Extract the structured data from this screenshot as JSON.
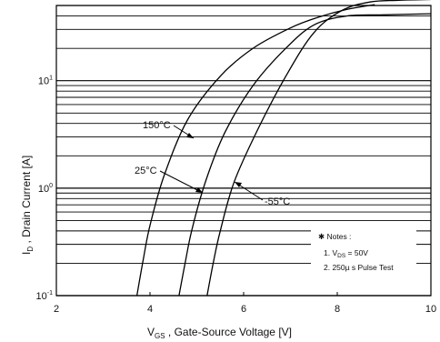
{
  "chart_data": {
    "type": "line",
    "title": "",
    "xlabel": {
      "main": "V",
      "sub": "GS",
      "rest": " , Gate-Source Voltage  [V]"
    },
    "ylabel": {
      "main": "I",
      "sub": "D",
      "rest": " , Drain Current  [A]"
    },
    "xlim": [
      2,
      10
    ],
    "ylim_log10": [
      -1,
      1.7
    ],
    "y_scale": "log",
    "grid": "horizontal log lines",
    "x_ticks": [
      {
        "value": 2,
        "label": "2"
      },
      {
        "value": 4,
        "label": "4"
      },
      {
        "value": 6,
        "label": "6"
      },
      {
        "value": 8,
        "label": "8"
      },
      {
        "value": 10,
        "label": "10"
      }
    ],
    "y_ticks": [
      {
        "value": 0.1,
        "base": "10",
        "exp": "-1"
      },
      {
        "value": 1,
        "base": "10",
        "exp": "0"
      },
      {
        "value": 10,
        "base": "10",
        "exp": "1"
      }
    ],
    "series": [
      {
        "name": "150°C",
        "x": [
          3.72,
          3.85,
          4.0,
          4.3,
          4.8,
          5.5,
          6.2,
          7.0,
          7.6,
          8.2,
          8.8
        ],
        "y": [
          0.1,
          0.21,
          0.45,
          1.3,
          4.3,
          11,
          20,
          31,
          39,
          46,
          51
        ]
      },
      {
        "name": "25°C",
        "x": [
          4.62,
          4.75,
          4.9,
          5.2,
          5.6,
          6.2,
          6.9,
          7.5,
          8.2,
          9.0,
          10.0
        ],
        "y": [
          0.1,
          0.2,
          0.42,
          1.2,
          3.3,
          9,
          20,
          33,
          40,
          41,
          42
        ]
      },
      {
        "name": "-55°C",
        "x": [
          5.22,
          5.35,
          5.5,
          5.8,
          6.3,
          6.9,
          7.5,
          8.1,
          8.7,
          9.3,
          10.0
        ],
        "y": [
          0.1,
          0.2,
          0.4,
          1.15,
          3.5,
          11,
          28,
          45,
          54,
          56,
          57
        ]
      }
    ],
    "annotations": {
      "notes_title": "✱ Notes :",
      "note1_prefix": "1. V",
      "note1_sub": "DS",
      "note1_rest": " = 50V",
      "note2": "2. 250µ s Pulse Test"
    }
  }
}
